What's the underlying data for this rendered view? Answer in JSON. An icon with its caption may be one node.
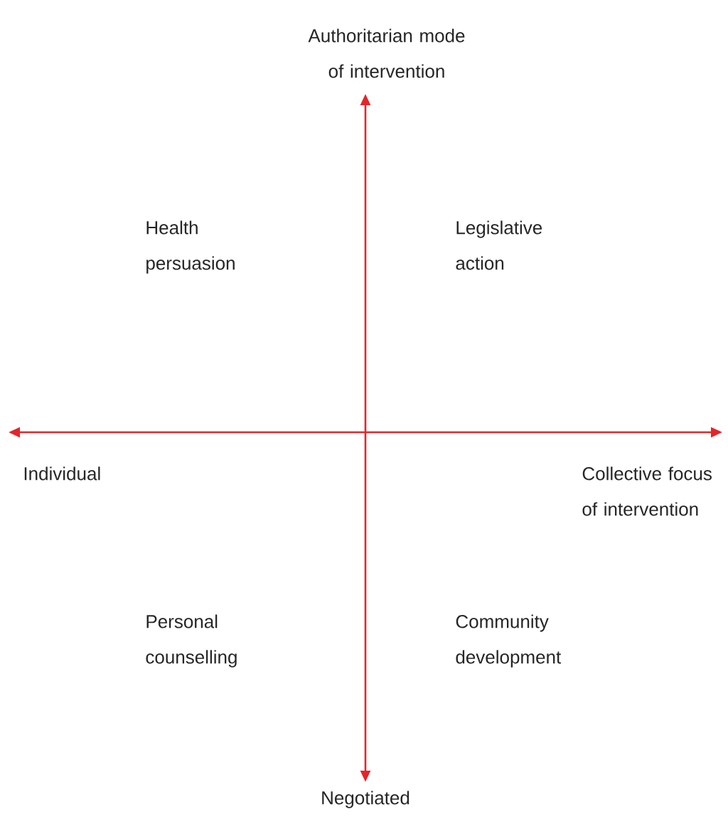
{
  "diagram": {
    "labels": [
      "Authoritarian mode of intervention",
      "Health persuasion",
      "Legislative action",
      "Individual",
      "Collective focus of intervention",
      "Personal counselling",
      "Community development",
      "Negotiated"
    ]
  }
}
